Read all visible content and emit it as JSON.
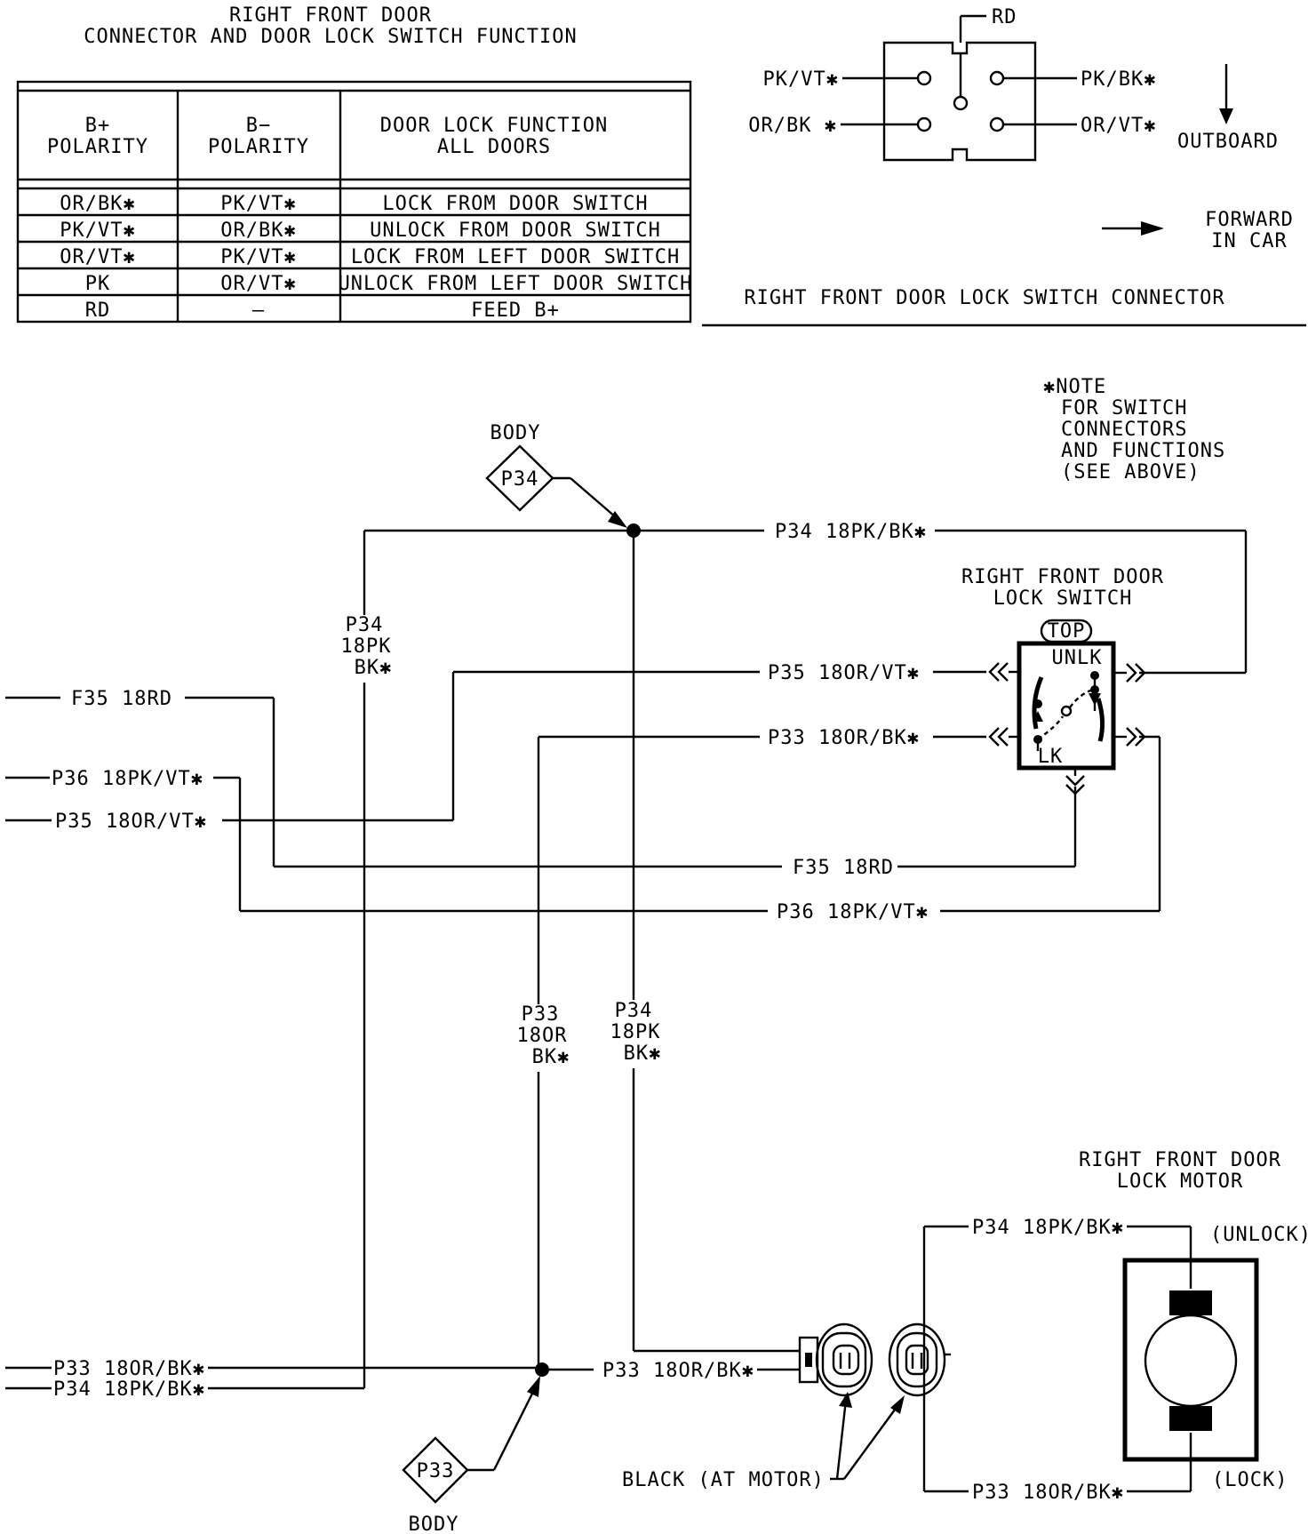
{
  "table": {
    "title_line1": "RIGHT FRONT DOOR",
    "title_line2": "CONNECTOR AND DOOR LOCK SWITCH FUNCTION",
    "headers": [
      [
        "B+",
        "POLARITY"
      ],
      [
        "B−",
        "POLARITY"
      ],
      [
        "DOOR LOCK FUNCTION",
        "ALL DOORS"
      ]
    ],
    "rows": [
      [
        "OR/BK✱",
        "PK/VT✱",
        "LOCK FROM DOOR SWITCH"
      ],
      [
        "PK/VT✱",
        "OR/BK✱",
        "UNLOCK FROM DOOR SWITCH"
      ],
      [
        "OR/VT✱",
        "PK/VT✱",
        "LOCK FROM LEFT DOOR SWITCH"
      ],
      [
        "PK",
        "OR/VT✱",
        "UNLOCK FROM LEFT DOOR SWITCH"
      ],
      [
        "RD",
        "—",
        "FEED B+"
      ]
    ]
  },
  "connector": {
    "caption": "RIGHT FRONT DOOR LOCK SWITCH CONNECTOR",
    "pin_top": "RD",
    "pin_top_left": "PK/VT✱",
    "pin_bottom_left": "OR/BK ✱",
    "pin_top_right": "PK/BK✱",
    "pin_bottom_right": "OR/VT✱",
    "outboard": "OUTBOARD",
    "forward_line1": "FORWARD",
    "forward_line2": "IN CAR"
  },
  "note": [
    "✱NOTE",
    "FOR SWITCH",
    "CONNECTORS",
    "AND FUNCTIONS",
    "(SEE ABOVE)"
  ],
  "splices": {
    "top_label": "BODY",
    "top_id": "P34",
    "bottom_label": "BODY",
    "bottom_id": "P33"
  },
  "switch": {
    "title_line1": "RIGHT FRONT DOOR",
    "title_line2": "LOCK SWITCH",
    "top_tag": "TOP",
    "unlock": "UNLK",
    "lock": "LK"
  },
  "motor": {
    "title_line1": "RIGHT FRONT DOOR",
    "title_line2": "LOCK MOTOR",
    "unlock": "(UNLOCK)",
    "lock": "(LOCK)",
    "connector_color": "BLACK (AT MOTOR)"
  },
  "wires": {
    "p34_top": "P34 18PK/BK✱",
    "p35_right": "P35 18OR/VT✱",
    "p33_right": "P33 18OR/BK✱",
    "f35_left": "F35 18RD",
    "p36_left": "P36 18PK/VT✱",
    "p35_left": "P35 18OR/VT✱",
    "f35_mid": "F35 18RD",
    "p36_mid": "P36 18PK/VT✱",
    "p34_vert_a": [
      "P34",
      "18PK",
      "BK✱"
    ],
    "p33_vert": [
      "P33",
      "18OR",
      "BK✱"
    ],
    "p34_vert_b": [
      "P34",
      "18PK",
      "BK✱"
    ],
    "p33_left": "P33 18OR/BK✱",
    "p34_left": "P34 18PK/BK✱",
    "p33_motor_in": "P33 18OR/BK✱",
    "p34_motor_top": "P34 18PK/BK✱",
    "p33_motor_bottom": "P33 18OR/BK✱"
  }
}
